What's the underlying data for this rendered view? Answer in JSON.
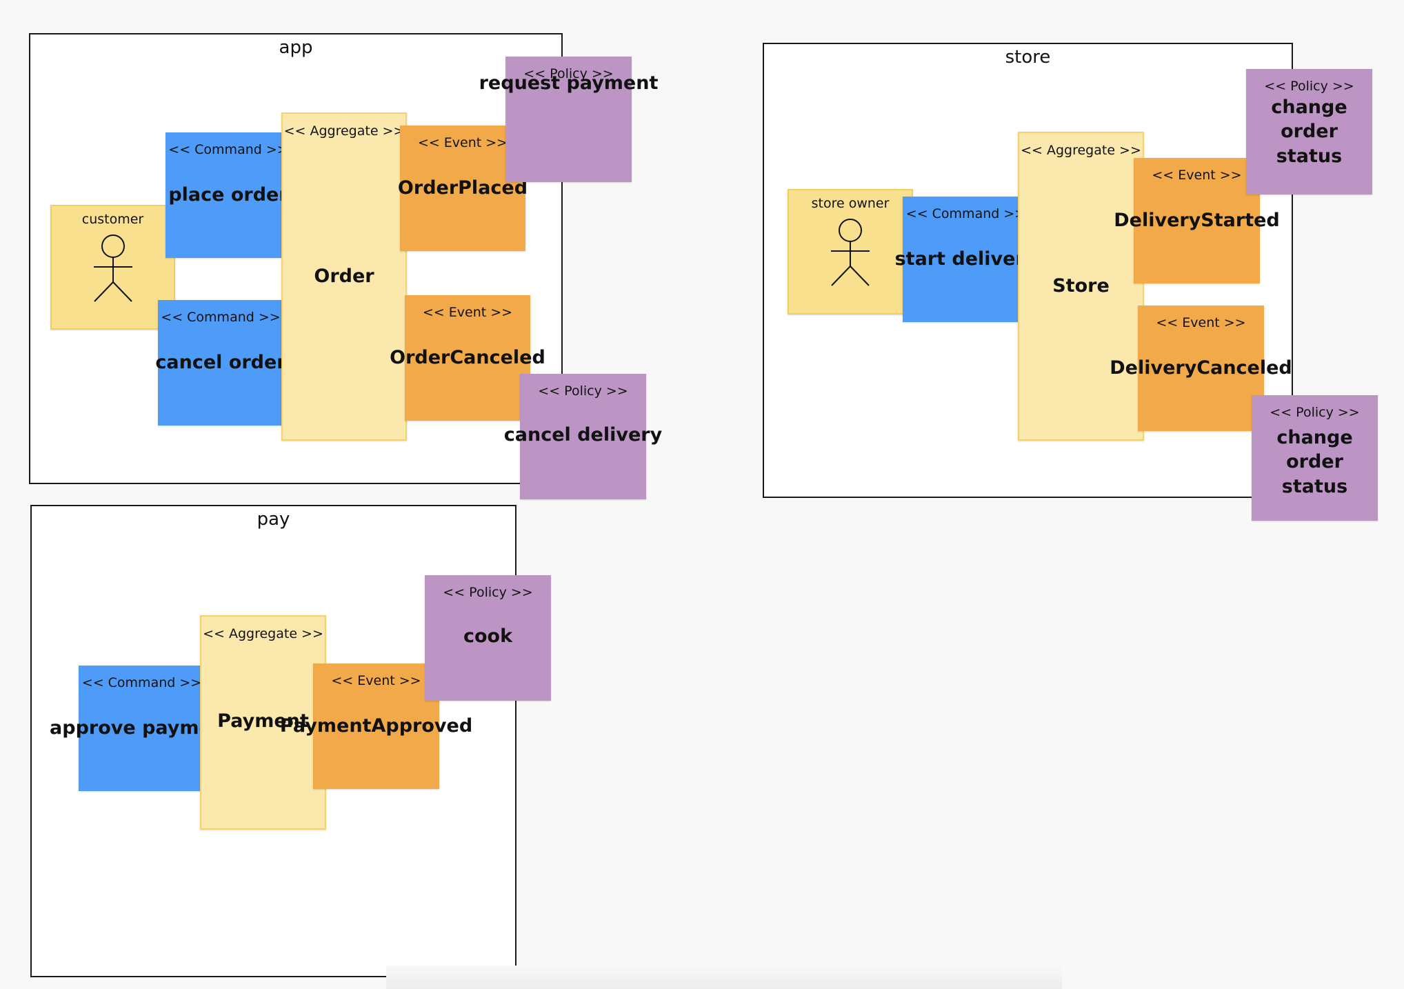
{
  "contexts": {
    "app": {
      "title": "app"
    },
    "store": {
      "title": "store"
    },
    "pay": {
      "title": "pay"
    }
  },
  "stereotypes": {
    "command": "<< Command >>",
    "event": "<< Event >>",
    "policy": "<< Policy >>",
    "aggregate": "<< Aggregate >>"
  },
  "app": {
    "actor": "customer",
    "commands": {
      "place": "place order",
      "cancel": "cancel order"
    },
    "aggregate": "Order",
    "events": {
      "placed": "OrderPlaced",
      "canceled": "OrderCanceled"
    },
    "policies": {
      "request_payment": "request payment",
      "cancel_delivery": "cancel delivery"
    }
  },
  "store": {
    "actor": "store owner",
    "commands": {
      "start": "start delivery"
    },
    "aggregate": "Store",
    "events": {
      "started": "DeliveryStarted",
      "canceled": "DeliveryCanceled"
    },
    "policies": {
      "change_status_1": "change order status",
      "change_status_2": "change order status"
    }
  },
  "pay": {
    "commands": {
      "approve": "approve payment"
    },
    "aggregate": "Payment",
    "events": {
      "approved": "PaymentApproved"
    },
    "policies": {
      "cook": "cook"
    }
  },
  "colors": {
    "command": "#4f9bf8",
    "event": "#f1a94a",
    "policy": "#bc95c4",
    "aggregate": "#fbe8ad",
    "actor": "#f8e08f"
  }
}
